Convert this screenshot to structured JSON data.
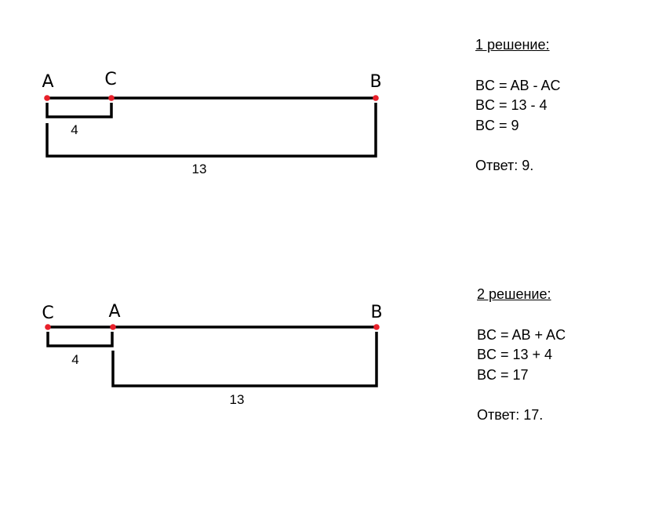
{
  "diagram1": {
    "points": [
      "A",
      "C",
      "B"
    ],
    "short_length": "4",
    "long_length": "13"
  },
  "diagram2": {
    "points": [
      "C",
      "A",
      "B"
    ],
    "short_length": "4",
    "long_length": "13"
  },
  "solution1": {
    "title": "1 решение:",
    "lines": [
      "BC = AB - AC",
      "BC = 13 - 4",
      "BC = 9"
    ],
    "answer": "Ответ: 9."
  },
  "solution2": {
    "title": "2 решение:",
    "lines": [
      "BC = AB + AC",
      "BC = 13 + 4",
      "BC = 17"
    ],
    "answer": "Ответ: 17."
  },
  "colors": {
    "point": "#e8202a",
    "line": "#000000"
  }
}
